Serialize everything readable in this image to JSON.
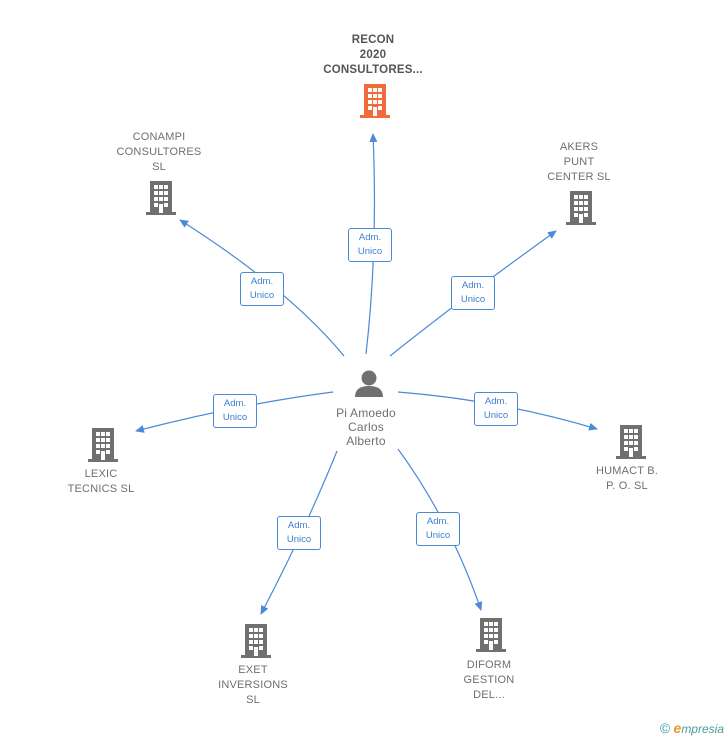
{
  "center": {
    "name": "Pi Amoedo\nCarlos\nAlberto",
    "icon": "person-icon"
  },
  "nodes": [
    {
      "id": "recon",
      "label": "RECON\n2020\nCONSULTORES...",
      "icon": "building-icon",
      "highlight": true
    },
    {
      "id": "conampi",
      "label": "CONAMPI\nCONSULTORES\nSL",
      "icon": "building-icon",
      "highlight": false
    },
    {
      "id": "akers",
      "label": "AKERS\nPUNT\nCENTER SL",
      "icon": "building-icon",
      "highlight": false
    },
    {
      "id": "lexic",
      "label": "LEXIC\nTECNICS  SL",
      "icon": "building-icon",
      "highlight": false
    },
    {
      "id": "humact",
      "label": "HUMACT B.\nP. O.  SL",
      "icon": "building-icon",
      "highlight": false
    },
    {
      "id": "exet",
      "label": "EXET\nINVERSIONS\nSL",
      "icon": "building-icon",
      "highlight": false
    },
    {
      "id": "diform",
      "label": "DIFORM\nGESTION\nDEL...",
      "icon": "building-icon",
      "highlight": false
    }
  ],
  "edge_label": "Adm.\nUnico",
  "colors": {
    "highlight": "#f26b3a",
    "building": "#707070",
    "edge": "#4a8ad6",
    "person": "#707070"
  },
  "footer": {
    "copyright": "©",
    "brand_initial": "e",
    "brand_rest": "mpresia"
  }
}
